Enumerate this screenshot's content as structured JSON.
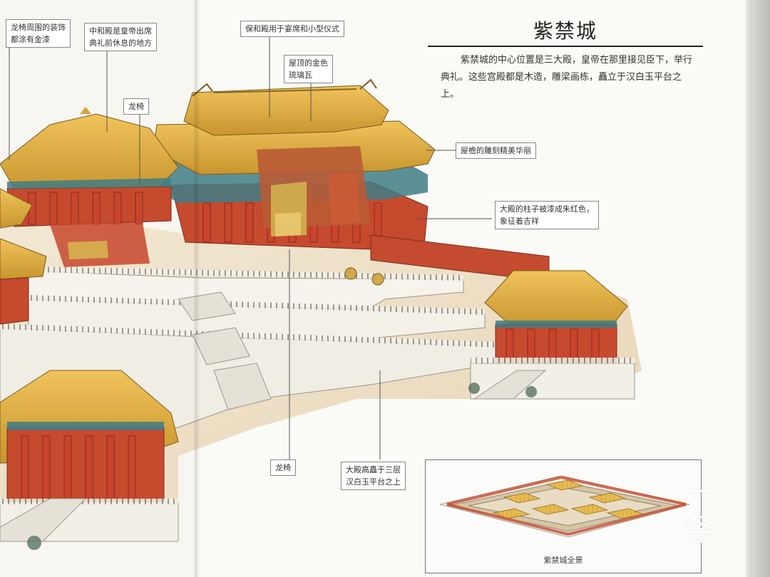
{
  "title": "紫禁城",
  "intro": "紫禁城的中心位置是三大殿，皇帝在那里接见臣下，举行典礼。这些宫殿都是木造，雕梁画栋，矗立于汉白玉平台之上。",
  "labels": {
    "dragon_decor": "龙椅周围的装饰\n都涂有金漆",
    "zhonghe": "中和殿是皇帝出席\n典礼前休息的地方",
    "dragon_throne_1": "龙椅",
    "baohe": "保和殿用于宴席和小型仪式",
    "roof_tiles": "屋顶的金色\n琉璃瓦",
    "eaves": "屋檐的雕刻精美华丽",
    "pillars": "大殿的柱子被漆成朱红色，\n象征着吉祥",
    "dragon_throne_2": "龙椅",
    "three_tiers": "大殿高矗于三层\n汉白玉平台之上"
  },
  "inset_caption": "紫禁城全景",
  "watermark": "一\n条",
  "colors": {
    "roof_gold": "#e2b54a",
    "roof_shadow": "#b98a2a",
    "pillar_red": "#c8452c",
    "wall_red": "#c44b2f",
    "beam_teal": "#3f7c86",
    "marble": "#f2efe6",
    "courtyard": "#efe2c7"
  }
}
